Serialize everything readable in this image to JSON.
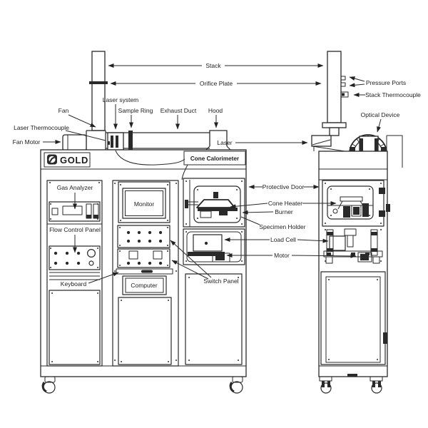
{
  "diagram": {
    "brand": "GOLD",
    "title": "Cone  Calorimeter",
    "colors": {
      "line": "#2a2a2a",
      "background": "#ffffff",
      "text": "#222222"
    },
    "labels": {
      "stack": "Stack",
      "orifice_plate": "Orifice Plate",
      "laser_system": "Laser system",
      "fan": "Fan",
      "sample_ring": "Sample Ring",
      "exhaust_duct": "Exhaust Duct",
      "hood": "Hood",
      "laser_thermocouple": "Laser Thermocouple",
      "fan_motor": "Fan Motor",
      "pressure_ports": "Pressure Ports",
      "stack_thermocouple": "Stack Thermocouple",
      "optical_device": "Optical Device",
      "laser": "Laser",
      "protective_door": "Protective Door",
      "cone_heater": "Cone Heater",
      "burner": "Burner",
      "specimen_holder": "Specimen Holder",
      "load_cell": "Load Cell",
      "motor": "Motor",
      "gas_analyzer": "Gas Analyzer",
      "flow_control_panel": "Flow Control Panel",
      "monitor": "Monitor",
      "keyboard": "Keyboard",
      "computer": "Computer",
      "switch_panel": "Switch Panel"
    }
  }
}
